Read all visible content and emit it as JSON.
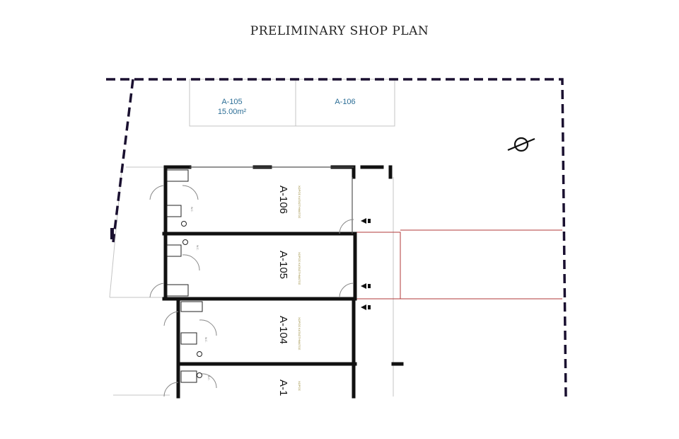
{
  "title": "PRELIMINARY SHOP PLAN",
  "top_units": [
    {
      "code": "A-105",
      "area": "15.00m²"
    },
    {
      "code": "A-106",
      "area": ""
    }
  ],
  "shops": [
    {
      "code": "A-106",
      "note": "ΧΩΡΟΣ\nΚΑΤΑΣΤΗΜΑΤΟΣ"
    },
    {
      "code": "A-105",
      "note": "ΧΩΡΟΣ\nΚΑΤΑΣΤΗΜΑΤΟΣ"
    },
    {
      "code": "A-104",
      "note": "ΧΩΡΟΣ\nΚΑΤΑΣΤΗΜΑΤΟΣ"
    },
    {
      "code": "A-1",
      "note": "ΧΩΡΟΣ"
    }
  ],
  "wc_label": "W.C.",
  "colors": {
    "wall": "#111111",
    "boundary": "#1a1030",
    "thin": "#bdbdbd",
    "red": "#b03a3a",
    "blue_label": "#2c6e96"
  },
  "north_symbol": "north-arrow-icon"
}
